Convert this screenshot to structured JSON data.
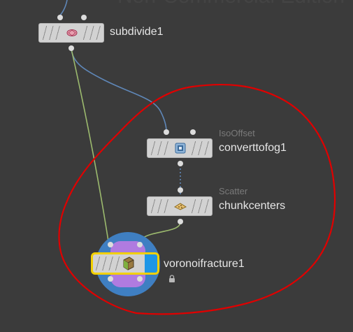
{
  "watermark": "Non-Commercial Edition",
  "nodes": {
    "subdivide": {
      "name": "subdivide1"
    },
    "isooffset": {
      "type": "IsoOffset",
      "name": "converttofog1"
    },
    "scatter": {
      "type": "Scatter",
      "name": "chunkcenters"
    },
    "voronoi": {
      "name": "voronoifracture1"
    }
  },
  "colors": {
    "background": "#3b3b3b",
    "wire_blue": "#5f87b8",
    "wire_green": "#9cba6e",
    "selection_yellow": "#f2d000",
    "annotation_red": "#e00000",
    "display_flag_blue": "#1e96e6"
  },
  "icons": {
    "subdivide": "subdivide-icon",
    "isooffset": "isooffset-icon",
    "scatter": "scatter-icon",
    "voronoi": "voronoi-fracture-icon",
    "lock": "lock-icon"
  }
}
